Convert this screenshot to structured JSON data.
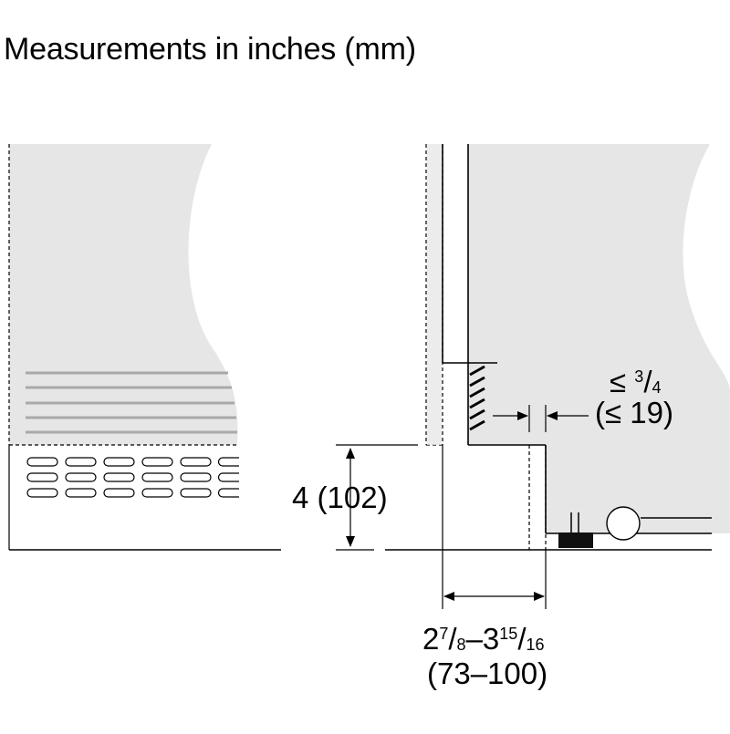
{
  "title": "Measurements in inches (mm)",
  "dimensions": {
    "height": {
      "label": "4 (102)"
    },
    "gap": {
      "symbol": "≤",
      "numerator": "3",
      "slash": "/",
      "denominator": "4",
      "mm": "(≤ 19)"
    },
    "depth": {
      "min_whole": "2",
      "min_num": "7",
      "min_den": "8",
      "dash": "–",
      "max_whole": "3",
      "max_num": "15",
      "max_den": "16",
      "slash": "/",
      "mm": "(73–100)"
    }
  },
  "colors": {
    "appliance_fill": "#e6e6e6",
    "line": "#000000",
    "vent_slat": "#a9a9a9",
    "background": "#ffffff"
  }
}
